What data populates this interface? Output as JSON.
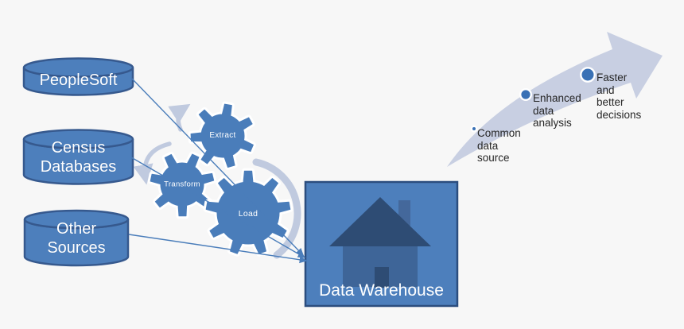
{
  "sources": [
    {
      "label": "PeopleSoft"
    },
    {
      "label": "Census\nDatabases"
    },
    {
      "label": "Other\nSources"
    }
  ],
  "etl": {
    "extract": "Extract",
    "transform": "Transform",
    "load": "Load"
  },
  "warehouse": {
    "label": "Data Warehouse"
  },
  "benefits": [
    {
      "label": "Common\ndata\nsource"
    },
    {
      "label": "Enhanced\ndata\nanalysis"
    },
    {
      "label": "Faster\nand\nbetter\ndecisions"
    }
  ],
  "colors": {
    "shape_blue": "#4d7fbc",
    "shape_border": "#36598e",
    "gear_blue": "#4a7dba",
    "light_arrow": "#c8cfe2",
    "dot_blue": "#3a71b5",
    "house_dark": "#2e4c74",
    "house_mid": "#3e6598",
    "chimney": "#44689b",
    "text_dark": "#262626",
    "background": "#f7f7f7"
  }
}
